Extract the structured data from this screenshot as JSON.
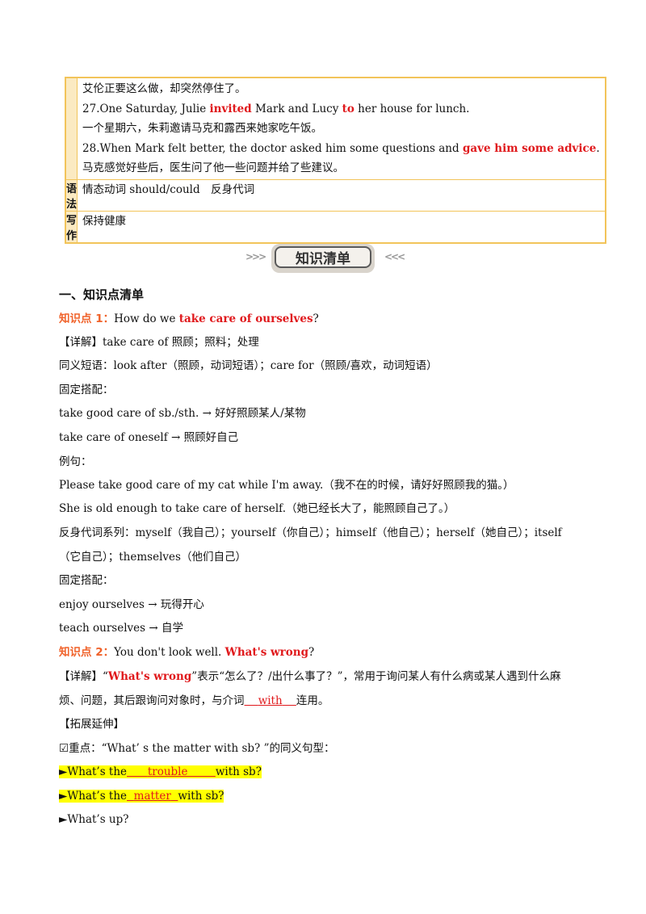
{
  "table": {
    "rows": [
      {
        "label": "",
        "lines": [
          {
            "parts": [
              {
                "t": "艾伦正要这么做，却突然停住了。",
                "s": ""
              }
            ]
          },
          {
            "parts": [
              {
                "t": "27.One Saturday, Julie ",
                "s": ""
              },
              {
                "t": "invited",
                "s": "red"
              },
              {
                "t": " Mark and Lucy ",
                "s": ""
              },
              {
                "t": "to",
                "s": "red"
              },
              {
                "t": " her house for lunch.",
                "s": ""
              }
            ]
          },
          {
            "parts": [
              {
                "t": "一个星期六，朱莉邀请马克和露西来她家吃午饭。",
                "s": ""
              }
            ]
          },
          {
            "parts": [
              {
                "t": "28.When Mark felt better, the doctor asked him some questions and ",
                "s": ""
              },
              {
                "t": "gave him some advice",
                "s": "red"
              },
              {
                "t": ".",
                "s": ""
              }
            ]
          },
          {
            "parts": [
              {
                "t": "马克感觉好些后，医生问了他一些问题并给了些建议。",
                "s": ""
              }
            ]
          }
        ]
      },
      {
        "label": "语法",
        "text": "情态动词 should/could　反身代词"
      },
      {
        "label": "写作",
        "text": "保持健康"
      }
    ]
  },
  "banner": {
    "title": "知识清单",
    "left_deco": ">>>",
    "right_deco": "<<<"
  },
  "section_title": "一、知识点清单",
  "kp1": {
    "label": "知识点 1：",
    "sentence_pre": "How do we ",
    "sentence_hl": "take care of  ourselves",
    "sentence_post": "?",
    "detail": "【详解】take care of 照顾；照料；处理",
    "synonym": "同义短语：look after（照顾，动词短语）；care for（照顾/喜欢，动词短语）",
    "fixed1": "固定搭配：",
    "coll1": "take good care of sb./sth. → 好好照顾某人/某物",
    "coll2": "take care of oneself → 照顾好自己",
    "example_label": "例句：",
    "ex1": "Please take good care of my cat while I'm away.（我不在的时候，请好好照顾我的猫。）",
    "ex2": "She is old enough to take care of herself.（她已经长大了，能照顾自己了。）",
    "reflexive1": "反身代词系列：myself（我自己）；yourself（你自己）；himself（他自己）；herself（她自己）；itself",
    "reflexive2": "（它自己）；themselves（他们自己）",
    "fixed2": "固定搭配：",
    "coll3": "enjoy ourselves → 玩得开心",
    "coll4": "teach ourselves → 自学"
  },
  "kp2": {
    "label": "知识点 2：",
    "sentence_pre": "You don't look well. ",
    "sentence_hl": "What's wrong",
    "sentence_post": "?",
    "detail_pre": "【详解】“",
    "detail_hl": "What's wrong",
    "detail_mid": "”表示“怎么了？/出什么事了？”，常用于询问某人有什么病或某人遇到什么麻",
    "detail2_pre": "烦、问题，其后跟询问对象时，与介词",
    "detail2_blank": "with",
    "detail2_post": "连用。",
    "extend": "【拓展延伸】",
    "key_point": "☑重点：“What’ s the matter with sb? ”的同义句型：",
    "opt1_pre": "►What’s the",
    "opt1_blank": "trouble",
    "opt1_post": "with sb?",
    "opt2_pre": "►What’s the",
    "opt2_blank": "matter",
    "opt2_post": "with sb?",
    "opt3": "►What’s up?"
  }
}
